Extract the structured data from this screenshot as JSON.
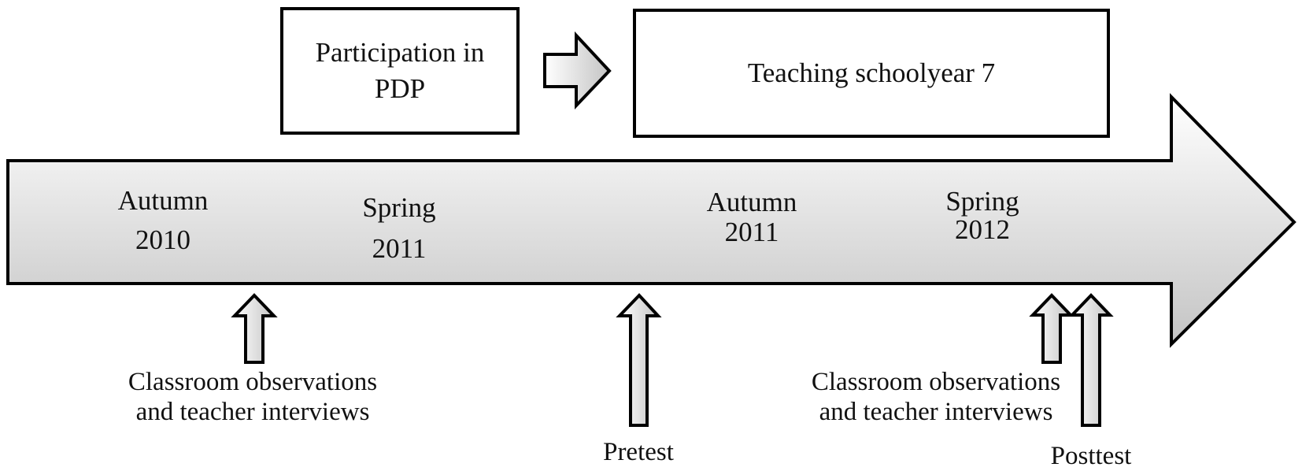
{
  "boxes": {
    "pdp": {
      "line1": "Participation in",
      "line2": "PDP"
    },
    "teaching": {
      "label": "Teaching schoolyear 7"
    }
  },
  "timeline": {
    "autumn_2010": {
      "season": "Autumn",
      "year": "2010"
    },
    "spring_2011": {
      "season": "Spring",
      "year": "2011"
    },
    "autumn_2011": {
      "season": "Autumn",
      "year": "2011"
    },
    "spring_2012": {
      "season": "Spring",
      "year": "2012"
    }
  },
  "events": {
    "observations_1": {
      "line1": "Classroom observations",
      "line2": "and teacher interviews"
    },
    "pretest": {
      "label": "Pretest"
    },
    "observations_2": {
      "line1": "Classroom observations",
      "line2": "and teacher interviews"
    },
    "posttest": {
      "label": "Posttest"
    }
  }
}
